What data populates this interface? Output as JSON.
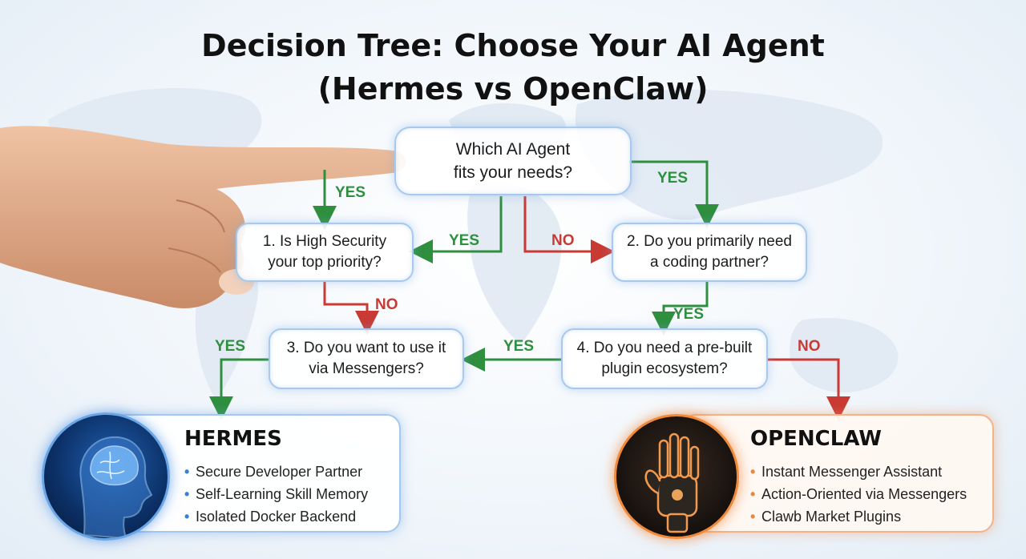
{
  "title": {
    "line1": "Decision Tree: Choose Your AI Agent",
    "line2": "(Hermes vs OpenClaw)"
  },
  "root": {
    "line1": "Which AI Agent",
    "line2": "fits your needs?"
  },
  "q1": {
    "line1": "1. Is High Security",
    "line2": "your top priority?"
  },
  "q2": {
    "line1": "2. Do you primarily need",
    "line2": "a coding partner?"
  },
  "q3": {
    "line1": "3. Do you want to use it",
    "line2": "via Messengers?"
  },
  "q4": {
    "line1": "4. Do you need a pre-built",
    "line2": "plugin ecosystem?"
  },
  "labels": {
    "yes_root_q1": "YES",
    "yes_root_q2": "YES",
    "yes_to_q1": "YES",
    "no_root_q2": "NO",
    "no_q1_q3": "NO",
    "yes_q2_q4": "YES",
    "yes_q4_q3": "YES",
    "yes_q3_hermes": "YES",
    "no_q4_openclaw": "NO"
  },
  "hermes": {
    "name": "HERMES",
    "features": [
      "Secure Developer Partner",
      "Self-Learning Skill Memory",
      "Isolated Docker Backend"
    ],
    "avatar_icon": "brain-head-icon"
  },
  "openclaw": {
    "name": "OPENCLAW",
    "features": [
      "Instant Messenger Assistant",
      "Action-Oriented via Messengers",
      "Clawb Market Plugins"
    ],
    "avatar_icon": "robot-hand-icon"
  },
  "colors": {
    "yes": "#2e8f3e",
    "no": "#c83a33",
    "node_border": "#a9c9ec",
    "hermes_accent": "#3b80d0",
    "openclaw_accent": "#e58a45"
  },
  "bullet": "•"
}
